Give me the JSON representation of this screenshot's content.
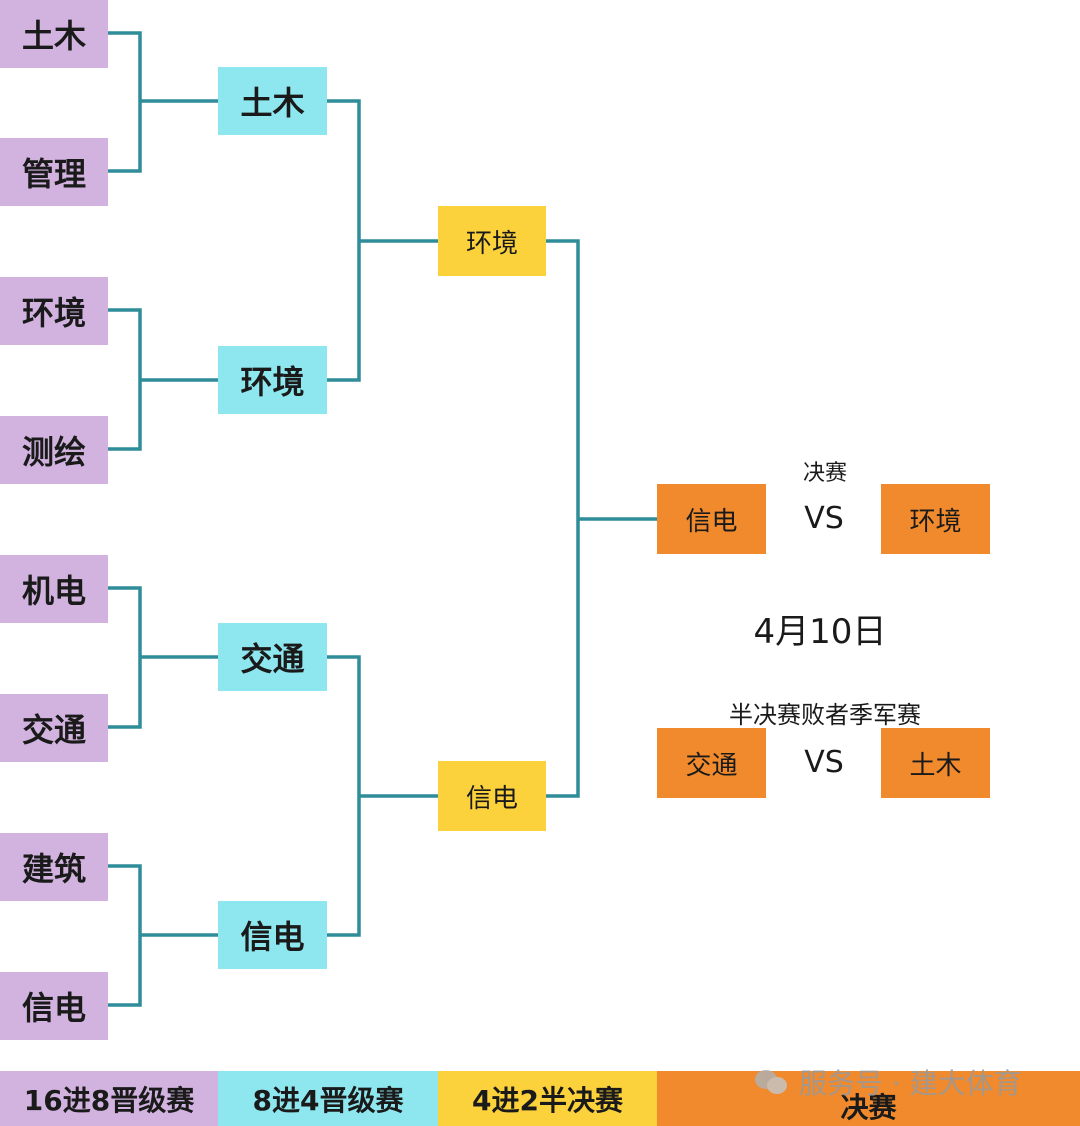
{
  "round16": [
    "土木",
    "管理",
    "环境",
    "测绘",
    "机电",
    "交通",
    "建筑",
    "信电"
  ],
  "round8": [
    "土木",
    "环境",
    "交通",
    "信电"
  ],
  "semifinal": [
    "环境",
    "信电"
  ],
  "final": {
    "title": "决赛",
    "left": "信电",
    "vs": "VS",
    "right": "环境",
    "date": "4月10日"
  },
  "third_place": {
    "title": "半决赛败者季军赛",
    "left": "交通",
    "vs": "VS",
    "right": "土木"
  },
  "legend": [
    "16进8晋级赛",
    "8进4晋级赛",
    "4进2半决赛",
    "决赛"
  ],
  "watermark": "服务号 · 建大体育",
  "colors": {
    "round16": "#d2b3e0",
    "round8": "#8ee6ef",
    "semifinal": "#fbd23c",
    "final": "#f08a2d",
    "connector": "#2f8c99"
  }
}
